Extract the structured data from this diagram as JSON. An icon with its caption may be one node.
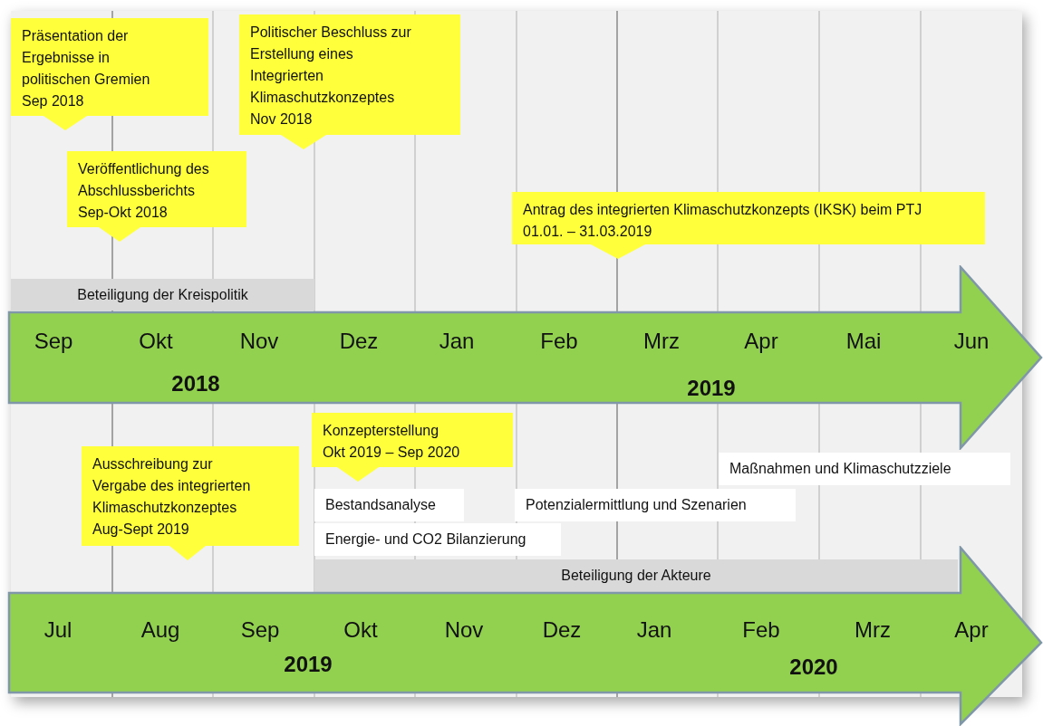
{
  "diagram": {
    "nodes": [
      {
        "text": [
          "Präsentation der Ergebnisse in politischen Gremien",
          "Sep 2018"
        ]
      },
      {
        "text": [
          "Politischer Beschluss zur Erstellung eines Integrierten Klimaschutzkonzeptes",
          "Nov 2018"
        ]
      },
      {
        "text": [
          "Veröffentlichung des Abschlussberichts",
          "Sep-Okt 2018"
        ]
      },
      {
        "text": [
          "Antrag des integrierten Klimaschutzkonzepts (IKSK) beim PTJ",
          "01.01. – 31.03.2019"
        ]
      },
      {
        "text": [
          "Beteiligung der Kreispolitik"
        ]
      },
      {
        "text": [
          "Sep",
          "Okt",
          "Nov",
          "Dez",
          "Jan",
          "Feb",
          "Mrz",
          "Apr",
          "Mai",
          "Jun",
          "2018",
          "2019"
        ]
      },
      {
        "text": [
          "Konzepterstellung",
          "Okt 2019 – Sep 2020"
        ]
      },
      {
        "text": [
          "Ausschreibung zur Vergabe des integrierten Klimaschutzkonzeptes",
          "Aug-Sept 2019"
        ]
      },
      {
        "text": [
          "Maßnahmen und Klimaschutzziele"
        ]
      },
      {
        "text": [
          "Bestandsanalyse"
        ]
      },
      {
        "text": [
          "Potenzialermittlung und Szenarien"
        ]
      },
      {
        "text": [
          "Energie- und CO2 Bilanzierung"
        ]
      },
      {
        "text": [
          "Beteiligung der Akteure"
        ]
      },
      {
        "text": [
          "Jul",
          "Aug",
          "Sep",
          "Okt",
          "Nov",
          "Dez",
          "Jan",
          "Feb",
          "Mrz",
          "Apr",
          "2019",
          "2020"
        ]
      }
    ],
    "edges": []
  }
}
